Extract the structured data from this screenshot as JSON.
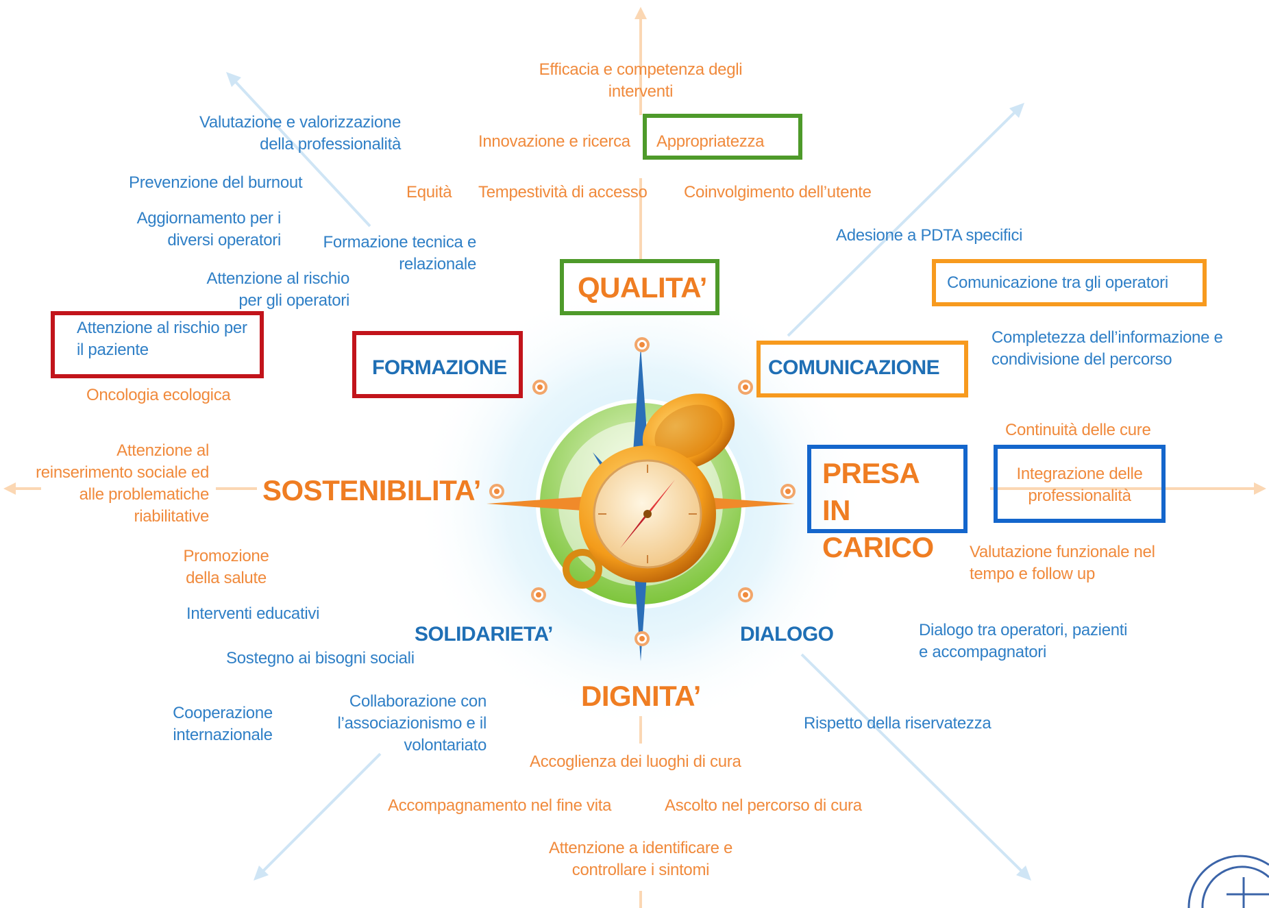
{
  "colors": {
    "orange": "#ef7d22",
    "blue": "#1f6fb5",
    "green": "#4e9a2a",
    "red": "#c2141b",
    "box_orange": "#f79a1e",
    "box_blue": "#1466cc"
  },
  "center": {
    "icon": "compass-icon"
  },
  "directions": {
    "qualita": "QUALITA’",
    "comunicazione": "COMUNICAZIONE",
    "presa_in_carico": "PRESA IN CARICO",
    "dialogo": "DIALOGO",
    "dignita": "DIGNITA’",
    "solidarieta": "SOLIDARIETA’",
    "sostenibilita": "SOSTENIBILITA’",
    "formazione": "FORMAZIONE"
  },
  "qualita_items": {
    "efficacia": "Efficacia e competenza degli interventi",
    "innovazione": "Innovazione e ricerca",
    "appropriatezza": "Appropriatezza",
    "equita": "Equità",
    "tempestivita": "Tempestività di accesso",
    "coinvolgimento": "Coinvolgimento dell’utente"
  },
  "comunicazione_items": {
    "pdta": "Adesione a PDTA specifici",
    "operatori": "Comunicazione tra gli operatori",
    "completezza": "Completezza dell’informazione e condivisione del percorso"
  },
  "presa_items": {
    "continuita": "Continuità delle cure",
    "integrazione": "Integrazione delle professionalità",
    "valutazione": "Valutazione funzionale nel tempo e follow up"
  },
  "dialogo_items": {
    "dialogo": "Dialogo tra operatori, pazienti e accompagnatori",
    "riservatezza": "Rispetto della riservatezza"
  },
  "dignita_items": {
    "accoglienza": "Accoglienza dei luoghi di cura",
    "accompagnamento": "Accompagnamento nel fine vita",
    "ascolto": "Ascolto nel percorso di cura",
    "sintomi": "Attenzione a identificare e controllare i sintomi"
  },
  "solidarieta_items": {
    "interventi": "Interventi educativi",
    "sostegno": "Sostegno ai bisogni sociali",
    "collaborazione": "Collaborazione con l’associazionismo e il volontariato",
    "cooperazione": "Cooperazione internazionale"
  },
  "sostenibilita_items": {
    "reinserimento": "Attenzione al reinserimento sociale ed alle problematiche riabilitative",
    "promozione": "Promozione della salute"
  },
  "formazione_items": {
    "valutazione": "Valutazione e valorizzazione della professionalità",
    "burnout": "Prevenzione del burnout",
    "aggiornamento": "Aggiornamento per i diversi operatori",
    "tecnica": "Formazione tecnica e relazionale",
    "rischio_operatori": "Attenzione al rischio per gli operatori",
    "rischio_paziente": "Attenzione al rischio per il paziente",
    "oncologia": "Oncologia ecologica"
  }
}
